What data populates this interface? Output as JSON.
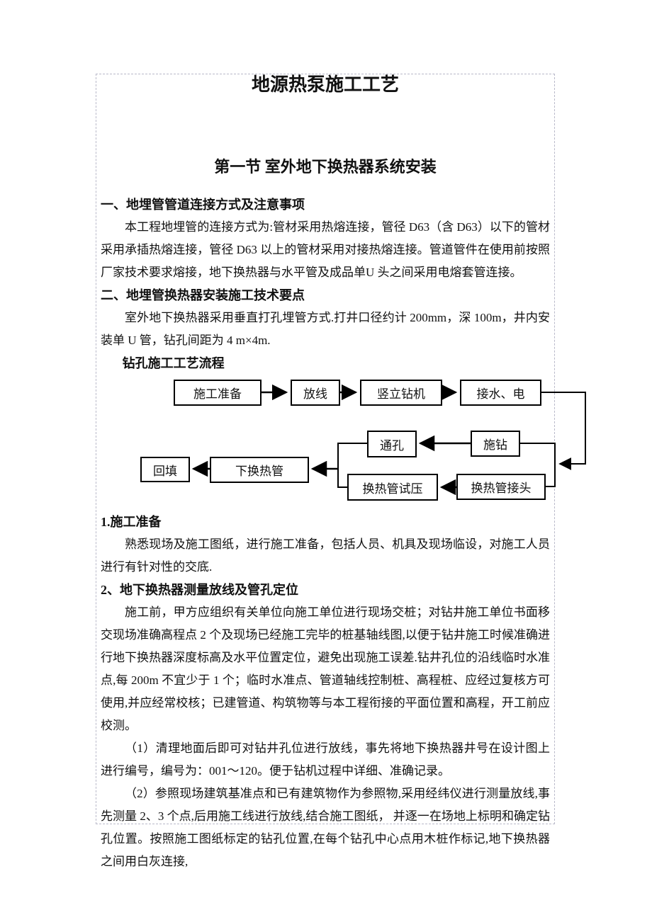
{
  "document": {
    "title": "地源热泵施工工艺",
    "chapter_heading": "第一节 室外地下换热器系统安装",
    "sections": [
      {
        "heading": "一、地埋管管道连接方式及注意事项",
        "paragraphs": [
          "本工程地埋管的连接方式为:管材采用热熔连接，管径 D63（含 D63）以下的管材采用承插热熔连接，管径 D63 以上的管材采用对接热熔连接。管道管件在使用前按照厂家技术要求熔接，地下换热器与水平管及成品单U 头之间采用电熔套管连接。"
        ]
      },
      {
        "heading": "二、地埋管换热器安装施工技术要点",
        "paragraphs": [
          "室外地下换热器采用垂直打孔埋管方式.打井口径约计 200mm，深 100m，井内安装单 U 管，钻孔间距为 4 m×4m."
        ]
      },
      {
        "heading": "1.施工准备",
        "paragraphs": [
          "熟悉现场及施工图纸，进行施工准备，包括人员、机具及现场临设，对施工人员进行有针对性的交底."
        ]
      },
      {
        "heading": "2、地下换热器测量放线及管孔定位",
        "paragraphs": [
          "施工前，甲方应组织有关单位向施工单位进行现场交桩；对钻井施工单位书面移交现场准确高程点 2 个及现场已经施工完毕的桩基轴线图,以便于钻井施工时候准确进行地下换热器深度标高及水平位置定位，避免出现施工误差.钻井孔位的沿线临时水准点,每 200m 不宜少于 1 个；临时水准点、管道轴线控制桩、高程桩、应经过复核方可使用,并应经常校核；已建管道、构筑物等与本工程衔接的平面位置和高程，开工前应校测。",
          "（1）清理地面后即可对钻井孔位进行放线，事先将地下换热器井号在设计图上进行编号，编号为：001～120。便于钻机过程中详细、准确记录。",
          "（2）参照现场建筑基准点和已有建筑物作为参照物,采用经纬仪进行测量放线,事先测量 2、3 个点,后用施工线进行放线,结合施工图纸， 并逐一在场地上标明和确定钻孔位置。按照施工图纸标定的钻孔位置,在每个钻孔中心点用木桩作标记,地下换热器之间用白灰连接,"
        ]
      }
    ],
    "flowchart": {
      "title": "钻孔施工工艺流程",
      "nodes": [
        {
          "id": "construction-prep",
          "label": "施工准备"
        },
        {
          "id": "set-out-lines",
          "label": "放线"
        },
        {
          "id": "erect-drill-rig",
          "label": "竖立钻机"
        },
        {
          "id": "connect-water-power",
          "label": "接水、电"
        },
        {
          "id": "clear-hole",
          "label": "通孔"
        },
        {
          "id": "drilling",
          "label": "施钻"
        },
        {
          "id": "backfill",
          "label": "回填"
        },
        {
          "id": "lower-heat-pipe",
          "label": "下换热管"
        },
        {
          "id": "pipe-pressure-test",
          "label": "换热管试压"
        },
        {
          "id": "pipe-joint",
          "label": "换热管接头"
        }
      ],
      "line_color": "#000000"
    }
  }
}
